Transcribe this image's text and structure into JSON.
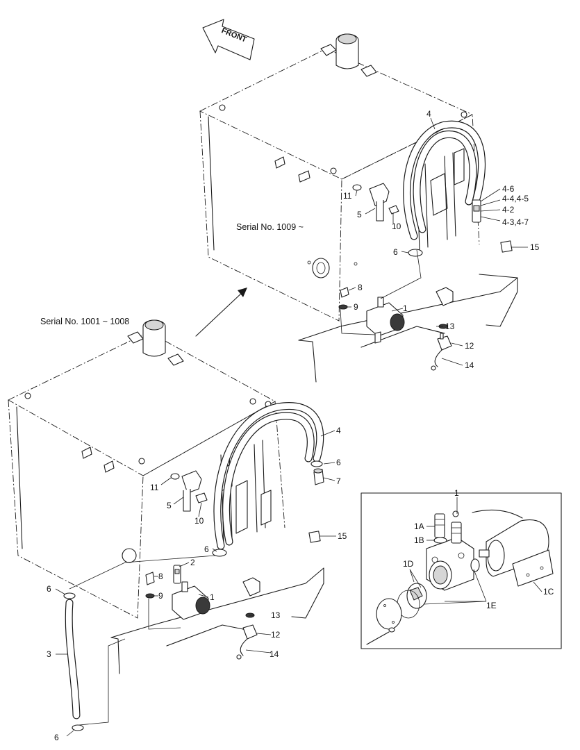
{
  "front_label": "FRONT",
  "serial_notes": {
    "upper": "Serial No. 1009 ~",
    "lower": "Serial No. 1001 ~ 1008"
  },
  "callouts_upper": {
    "c4": "4",
    "c4_6": "4-6",
    "c4_4_4_5": "4-4,4-5",
    "c4_2": "4-2",
    "c4_3_4_7": "4-3,4-7",
    "c11": "11",
    "c5": "5",
    "c10": "10",
    "c15": "15",
    "c6": "6",
    "c8": "8",
    "c9": "9",
    "c1": "1",
    "c13": "13",
    "c12": "12",
    "c14": "14"
  },
  "callouts_lower": {
    "c4": "4",
    "c6a": "6",
    "c7": "7",
    "c11": "11",
    "c5": "5",
    "c10": "10",
    "c15": "15",
    "c2": "2",
    "c8": "8",
    "c9": "9",
    "c1": "1",
    "c6b": "6",
    "c3": "3",
    "c13": "13",
    "c12": "12",
    "c14": "14",
    "c6c": "6"
  },
  "detail_callouts": {
    "c1": "1",
    "c1A": "1A",
    "c1B": "1B",
    "c1D": "1D",
    "c1E": "1E",
    "c1C": "1C"
  }
}
